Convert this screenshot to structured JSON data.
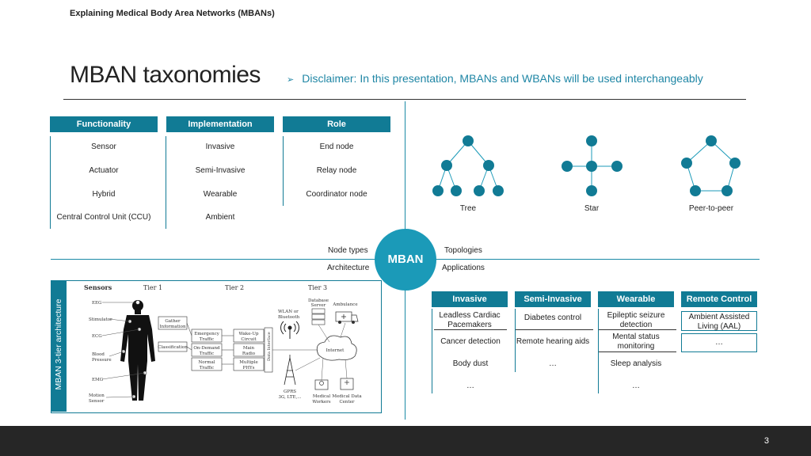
{
  "header": {
    "label": "Explaining Medical Body Area Networks (MBANs)"
  },
  "title": "MBAN taxonomies",
  "disclaimer": "Disclaimer: In this presentation, MBANs and WBANs will be used interchangeably",
  "node_types": {
    "columns": [
      {
        "heading": "Functionality",
        "items": [
          "Sensor",
          "Actuator",
          "Hybrid",
          "Central Control Unit (CCU)"
        ]
      },
      {
        "heading": "Implementation",
        "items": [
          "Invasive",
          "Semi-Invasive",
          "Wearable",
          "Ambient"
        ]
      },
      {
        "heading": "Role",
        "items": [
          "End node",
          "Relay node",
          "Coordinator node"
        ]
      }
    ]
  },
  "topologies": {
    "tree": "Tree",
    "star": "Star",
    "peer": "Peer-to-peer"
  },
  "center": {
    "mban": "MBAN",
    "node_types": "Node types",
    "topologies": "Topologies",
    "architecture": "Architecture",
    "applications": "Applications"
  },
  "architecture": {
    "side_label": "MBAN 3-tier architecture",
    "sensors": "Sensors",
    "tier1": "Tier 1",
    "tier2": "Tier 2",
    "tier3": "Tier 3",
    "eeg": "EEG",
    "stimulator": "Stimulator",
    "ecg": "ECG",
    "blood": "Blood",
    "pressure": "Pressure",
    "emg": "EMG",
    "motion": "Motion",
    "motion_sensor": "Sensor",
    "gather": "Gather",
    "information": "Information",
    "classification": "Classification",
    "emergency": "Emergency",
    "emergency_traffic": "Traffic",
    "ondemand": "On-Demand",
    "ondemand_traffic": "Traffic",
    "normal": "Normal",
    "normal_traffic": "Traffic",
    "wakeup": "Wake-Up",
    "wakeup_circuit": "Circuit",
    "main": "Main",
    "main_radio": "Radio",
    "multiple": "Multiple",
    "phys": "PHYs",
    "data_interface": "Data Interface",
    "wlan": "WLAN or",
    "bluetooth": "Bluetooth",
    "gprs": "GPRS",
    "gprs2": "3G, LTE,...",
    "internet": "Internet",
    "database": "Database",
    "server": "Server",
    "ambulance": "Ambulance",
    "medical_workers": "Medical",
    "medical_workers2": "Workers",
    "data_center": "Medical Data",
    "data_center2": "Center"
  },
  "applications": {
    "columns": [
      {
        "heading": "Invasive",
        "items": [
          "Leadless Cardiac Pacemakers",
          "Cancer detection",
          "Body dust",
          "…"
        ]
      },
      {
        "heading": "Semi-Invasive",
        "items": [
          "Diabetes control",
          "Remote hearing aids",
          "…"
        ]
      },
      {
        "heading": "Wearable",
        "items": [
          "Epileptic seizure detection",
          "Mental status monitoring",
          "Sleep analysis",
          "…"
        ]
      },
      {
        "heading": "Remote Control",
        "items": [
          "Ambient Assisted Living (AAL)",
          "…"
        ]
      }
    ]
  },
  "page_number": "3",
  "colors": {
    "accent": "#117b95",
    "node": "#117b95",
    "light_accent": "#1b9ab8"
  }
}
